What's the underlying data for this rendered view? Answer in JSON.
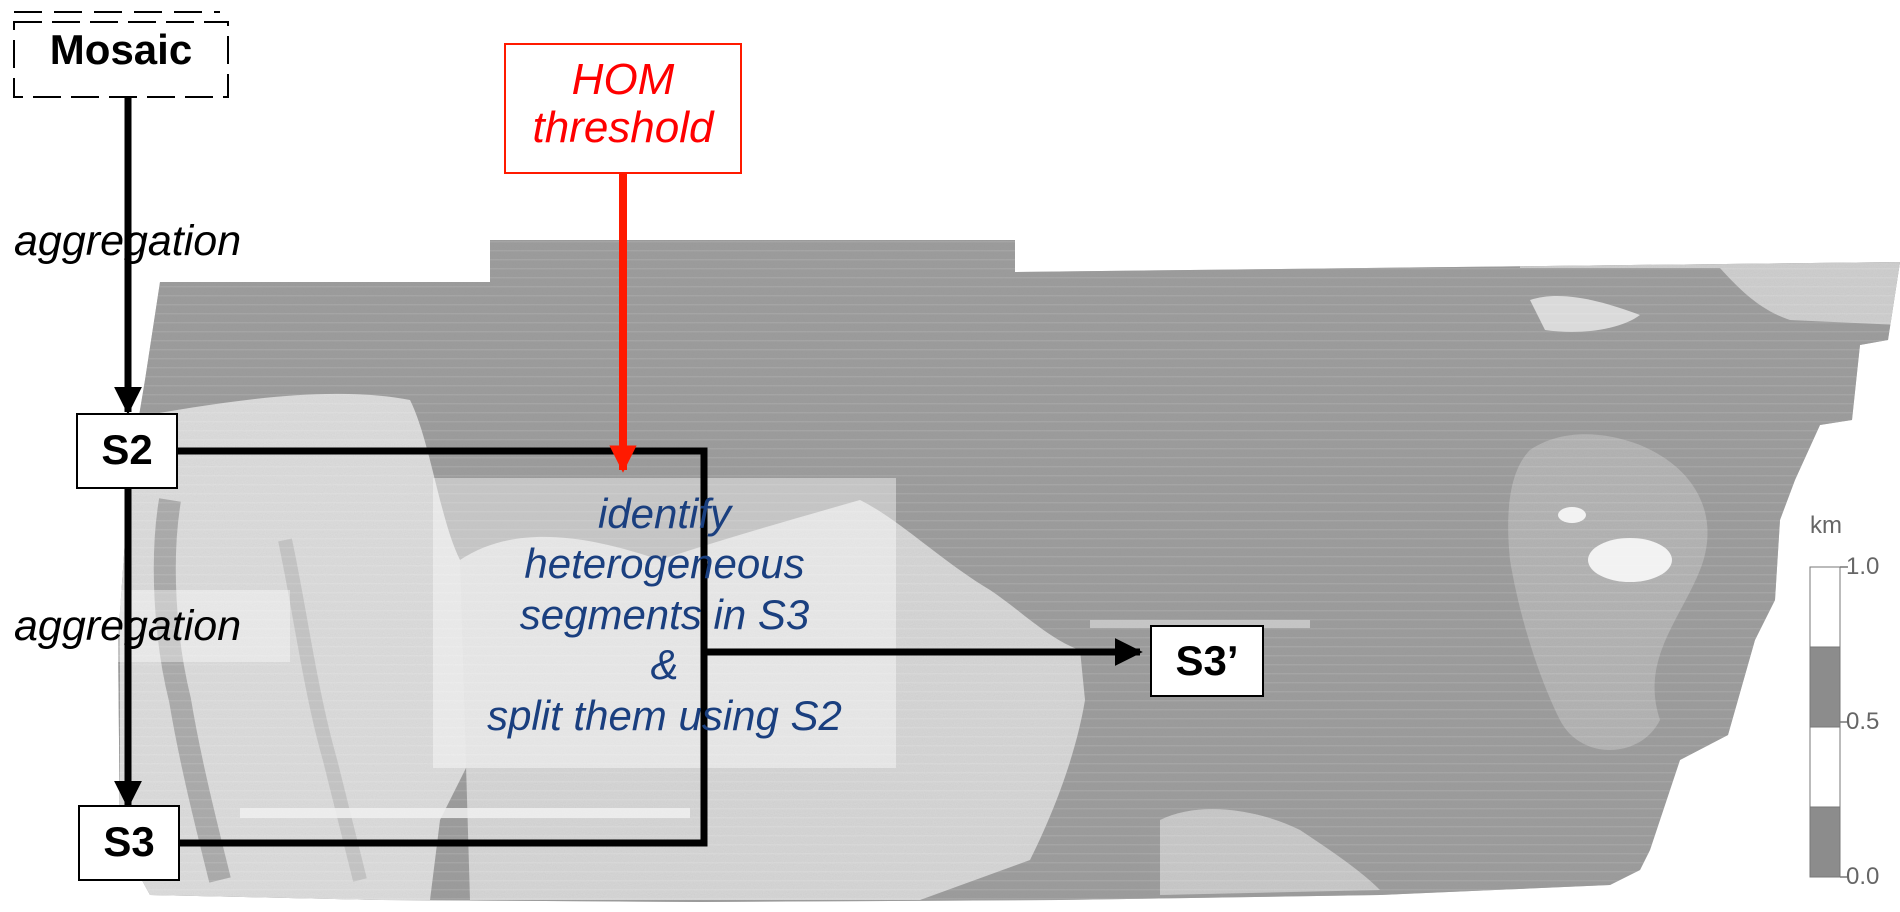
{
  "diagram": {
    "nodes": {
      "mosaic": "Mosaic",
      "s2": "S2",
      "s3": "S3",
      "s3_prime": "S3’",
      "hom_threshold": [
        "HOM",
        "threshold"
      ]
    },
    "edge_labels": {
      "aggregation_top": "aggregation",
      "aggregation_bottom": "aggregation"
    },
    "process_text": [
      "identify",
      "heterogeneous",
      "segments in S3",
      "&",
      "split them using S2"
    ]
  },
  "legend": {
    "unit": "km",
    "ticks": [
      "1.0",
      "0.5",
      "0.0"
    ]
  },
  "colors": {
    "hom_red": "#ff1a00",
    "process_blue": "#1a3f7f",
    "map_dark": "#909090",
    "map_light": "#d8d8d8"
  }
}
